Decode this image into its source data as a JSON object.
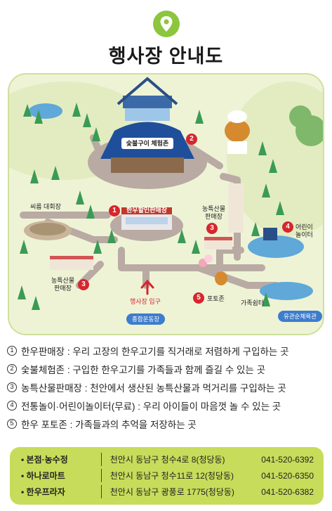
{
  "title": "행사장 안내도",
  "header_icon": "location-pin-icon",
  "colors": {
    "accent_green": "#8cc63f",
    "badge_red": "#d7262e",
    "store_bg": "#c7dc5a",
    "pill_blue": "#3e7ccd",
    "tent_blue": "#1f4f9b"
  },
  "map_labels": {
    "tent_sign": "숯불구이 체험존",
    "hanwoo_shop": "한우할인판매장",
    "ssireum": "씨름 대회장",
    "farm_market_right": "농특산물\n판매장",
    "farm_market_left": "농특산물\n판매장",
    "playground": "어린이\n놀이터",
    "photo_zone": "포토존",
    "rest_area": "가족쉼터",
    "entrance": "행사장 입구",
    "sports_field": "종합운동장",
    "gym": "유관순체육관"
  },
  "badges": {
    "hanwoo": "1",
    "bbq": "2",
    "farm_right": "3",
    "farm_left": "3",
    "playground": "4",
    "photo": "5"
  },
  "legend": [
    {
      "num": "1",
      "text": "한우판매장 : 우리 고장의 한우고기를 직거래로 저렴하게 구입하는 곳"
    },
    {
      "num": "2",
      "text": "숯불체험존 : 구입한 한우고기를 가족들과 함께 즐길 수 있는 곳"
    },
    {
      "num": "3",
      "text": "농특산물판매장 : 천안에서 생산된 농특산물과 먹거리를 구입하는 곳"
    },
    {
      "num": "4",
      "text": "전통놀이·어린이놀이터(무료) : 우리 아이들이 마음껏 놀 수 있는 곳"
    },
    {
      "num": "5",
      "text": "한우 포토존 : 가족들과의 추억을 저장하는 곳"
    }
  ],
  "stores": [
    {
      "name": "• 본점·농수정",
      "address": "천안시 동남구 청수4로 8(청당동)",
      "phone": "041-520-6392"
    },
    {
      "name": "• 하나로마트",
      "address": "천안시 동남구 청수11로 12(청당동)",
      "phone": "041-520-6350"
    },
    {
      "name": "• 한우프라자",
      "address": "천안시 동남구 광풍로 1775(청당동)",
      "phone": "041-520-6382"
    }
  ]
}
